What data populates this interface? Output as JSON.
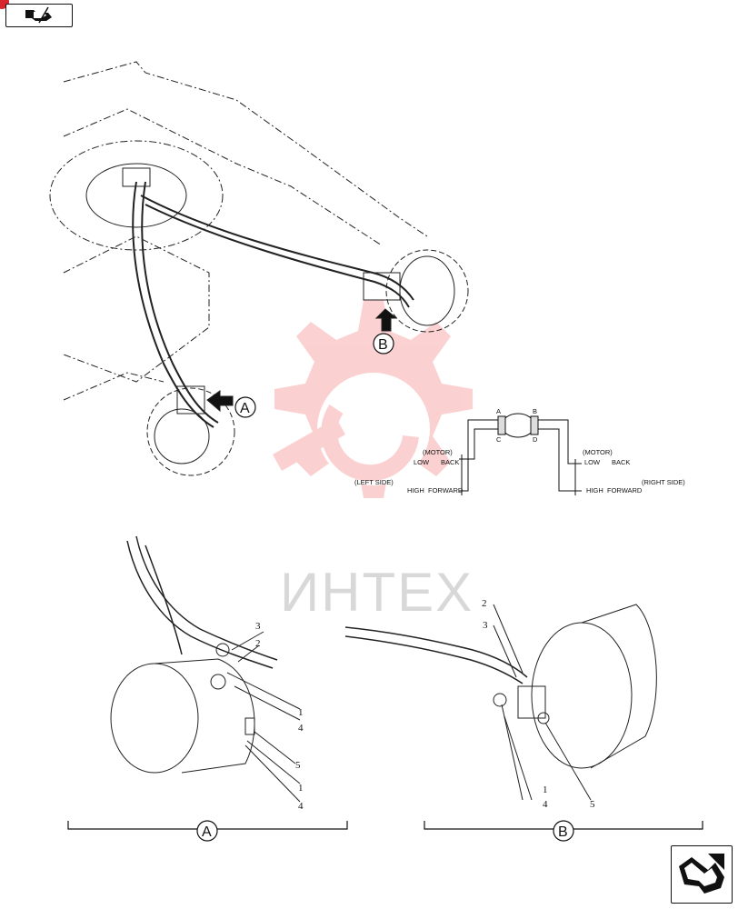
{
  "watermark": {
    "text": "ИНТЕХ",
    "color": "#f15a5a"
  },
  "callouts": {
    "a": "A",
    "b": "B"
  },
  "schematic": {
    "ports": {
      "a": "A",
      "b": "B",
      "c": "C",
      "d": "D"
    },
    "left": {
      "motor": "(MOTOR)",
      "low": "LOW",
      "back": "BACK",
      "high": "HIGH",
      "forward": "FORWARD",
      "side": "(LEFT SIDE)"
    },
    "right": {
      "motor": "(MOTOR)",
      "low": "LOW",
      "back": "BACK",
      "high": "HIGH",
      "forward": "FORWARD",
      "side": "(RIGHT SIDE)"
    }
  },
  "detail_a": {
    "label": "A",
    "refs": {
      "r3": "3",
      "r2": "2",
      "r1a": "1",
      "r4a": "4",
      "r5": "5",
      "r1b": "1",
      "r4b": "4"
    }
  },
  "detail_b": {
    "label": "B",
    "refs": {
      "r2": "2",
      "r3": "3",
      "r1": "1",
      "r4": "4",
      "r5": "5"
    }
  },
  "nav": {
    "prev": "prev-page-icon",
    "next": "next-page-icon",
    "accent": "#d8262e"
  }
}
